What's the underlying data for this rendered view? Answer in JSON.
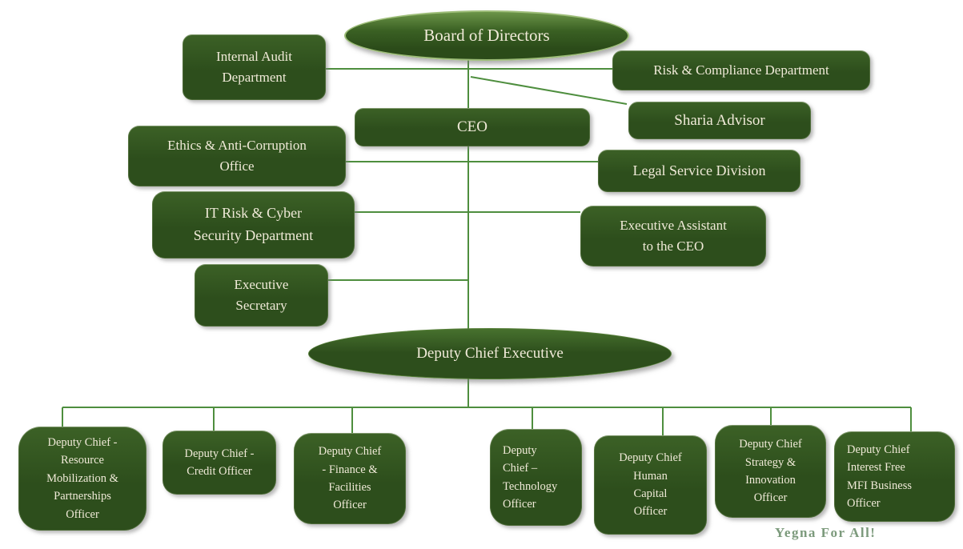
{
  "colors": {
    "background": "#ffffff",
    "box_fill": "#2d4e1c",
    "box_fill_top": "#3c6126",
    "box_text": "#f0ead8",
    "line": "#4e8e3e",
    "ellipse_rim": "#9dbd78",
    "tagline": "#7c9a7c"
  },
  "nodes": {
    "board": {
      "label": "Board of Directors"
    },
    "internal_audit": {
      "label": "Internal Audit\nDepartment"
    },
    "risk_compliance": {
      "label": "Risk & Compliance Department"
    },
    "ceo": {
      "label": "CEO"
    },
    "sharia": {
      "label": "Sharia Advisor"
    },
    "ethics": {
      "label": "Ethics & Anti-Corruption\nOffice"
    },
    "legal": {
      "label": "Legal Service Division"
    },
    "it_risk": {
      "label": "IT Risk & Cyber\nSecurity Department"
    },
    "exec_assistant": {
      "label": "Executive Assistant\nto the CEO"
    },
    "exec_secretary": {
      "label": "Executive\nSecretary"
    },
    "deputy_exec": {
      "label": "Deputy Chief Executive"
    },
    "d1": {
      "label": "Deputy Chief -\nResource\nMobilization &\nPartnerships\nOfficer"
    },
    "d2": {
      "label": "Deputy Chief -\nCredit Officer"
    },
    "d3": {
      "label": "Deputy Chief\n- Finance &\nFacilities\nOfficer"
    },
    "d4": {
      "label": "Deputy\nChief –\nTechnology\nOfficer"
    },
    "d5": {
      "label": "Deputy Chief\nHuman\nCapital\nOfficer"
    },
    "d6": {
      "label": "Deputy Chief\nStrategy &\nInnovation\nOfficer"
    },
    "d7": {
      "label": "Deputy Chief\nInterest Free\nMFI Business\nOfficer"
    }
  },
  "footer": {
    "tagline": "Yegna For All!"
  }
}
